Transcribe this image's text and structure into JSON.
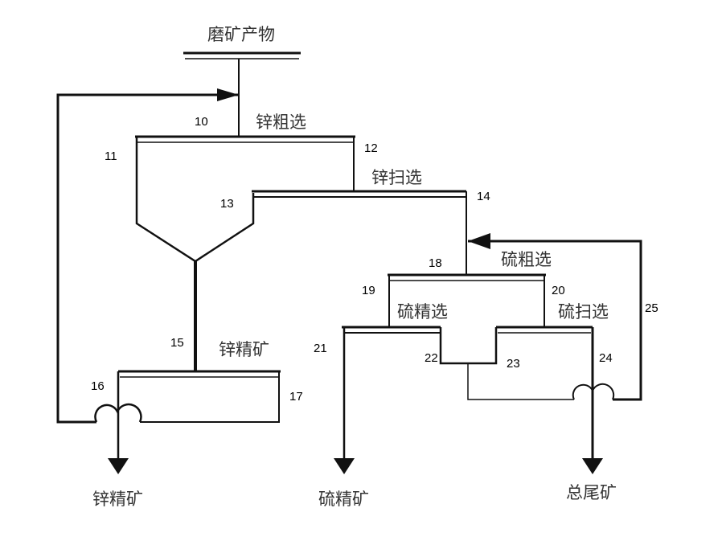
{
  "title": "磨矿产物",
  "stages": {
    "zinc_rougher": "锌粗选",
    "zinc_scavenger": "锌扫选",
    "zinc_concentrate_stage": "锌精矿",
    "sulfur_rougher": "硫粗选",
    "sulfur_cleaner": "硫精选",
    "sulfur_scavenger": "硫扫选"
  },
  "products": {
    "zinc_concentrate": "锌精矿",
    "sulfur_concentrate": "硫精矿",
    "total_tailings": "总尾矿"
  },
  "labels": [
    "10",
    "11",
    "12",
    "13",
    "14",
    "15",
    "16",
    "17",
    "18",
    "19",
    "20",
    "21",
    "22",
    "23",
    "24",
    "25"
  ]
}
